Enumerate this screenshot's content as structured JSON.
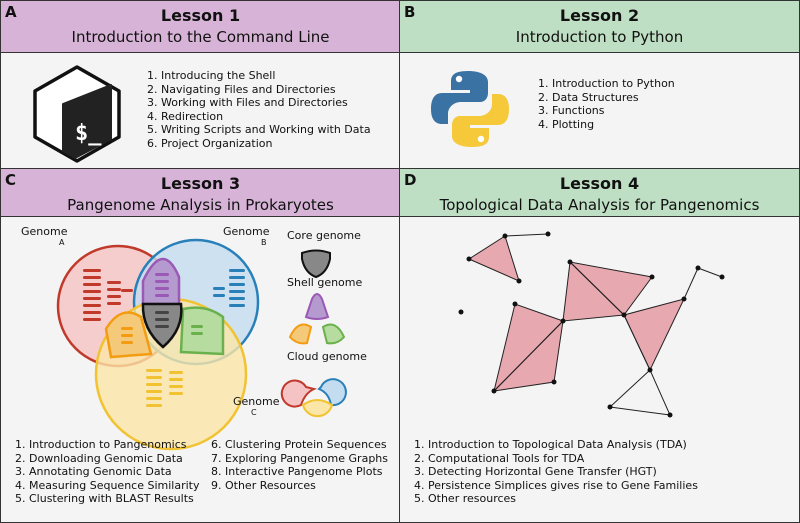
{
  "panels": {
    "a": {
      "letter": "A",
      "title": "Lesson 1",
      "subtitle": "Introduction to the Command Line",
      "items": [
        "1. Introducing the Shell",
        "2. Navigating Files and Directories",
        "3. Working with Files and Directories",
        "4. Redirection",
        "5. Writing Scripts and Working with Data",
        "6. Project Organization"
      ],
      "icon": "bash-terminal-icon",
      "icon_text": "$_"
    },
    "b": {
      "letter": "B",
      "title": "Lesson 2",
      "subtitle": "Introduction to Python",
      "items": [
        "1. Introduction to Python",
        "2. Data Structures",
        "3. Functions",
        "4. Plotting"
      ],
      "icon": "python-logo-icon"
    },
    "c": {
      "letter": "C",
      "title": "Lesson 3",
      "subtitle": "Pangenome Analysis in Prokaryotes",
      "items_left": [
        "1. Introduction to Pangenomics",
        "2. Downloading Genomic Data",
        "3. Annotating Genomic Data",
        "4. Measuring Sequence Similarity",
        "5. Clustering with BLAST Results"
      ],
      "items_right": [
        "6. Clustering Protein Sequences",
        "7. Exploring Pangenome Graphs",
        "8. Interactive Pangenome Plots",
        "9. Other Resources"
      ],
      "venn": {
        "genome_a": "Genome",
        "genome_a_sub": "A",
        "genome_b": "Genome",
        "genome_b_sub": "B",
        "genome_c": "Genome",
        "genome_c_sub": "C",
        "core": "Core genome",
        "shell": "Shell genome",
        "cloud": "Cloud genome",
        "colors": {
          "a": "#c0392b",
          "b": "#2980b9",
          "c": "#f1c232",
          "core": "#777777",
          "shell_purple": "#9b59b6",
          "shell_orange": "#f39c12",
          "shell_green": "#6ab04c"
        }
      }
    },
    "d": {
      "letter": "D",
      "title": "Lesson 4",
      "subtitle": "Topological Data Analysis for Pangenomics",
      "items": [
        "1. Introduction to Topological Data Analysis (TDA)",
        "2. Computational Tools for TDA",
        "3. Detecting Horizontal Gene Transfer (HGT)",
        "4. Persistence Simplices gives rise to Gene Families",
        "5. Other resources"
      ],
      "complex_fill": "#e8a8b0"
    }
  }
}
